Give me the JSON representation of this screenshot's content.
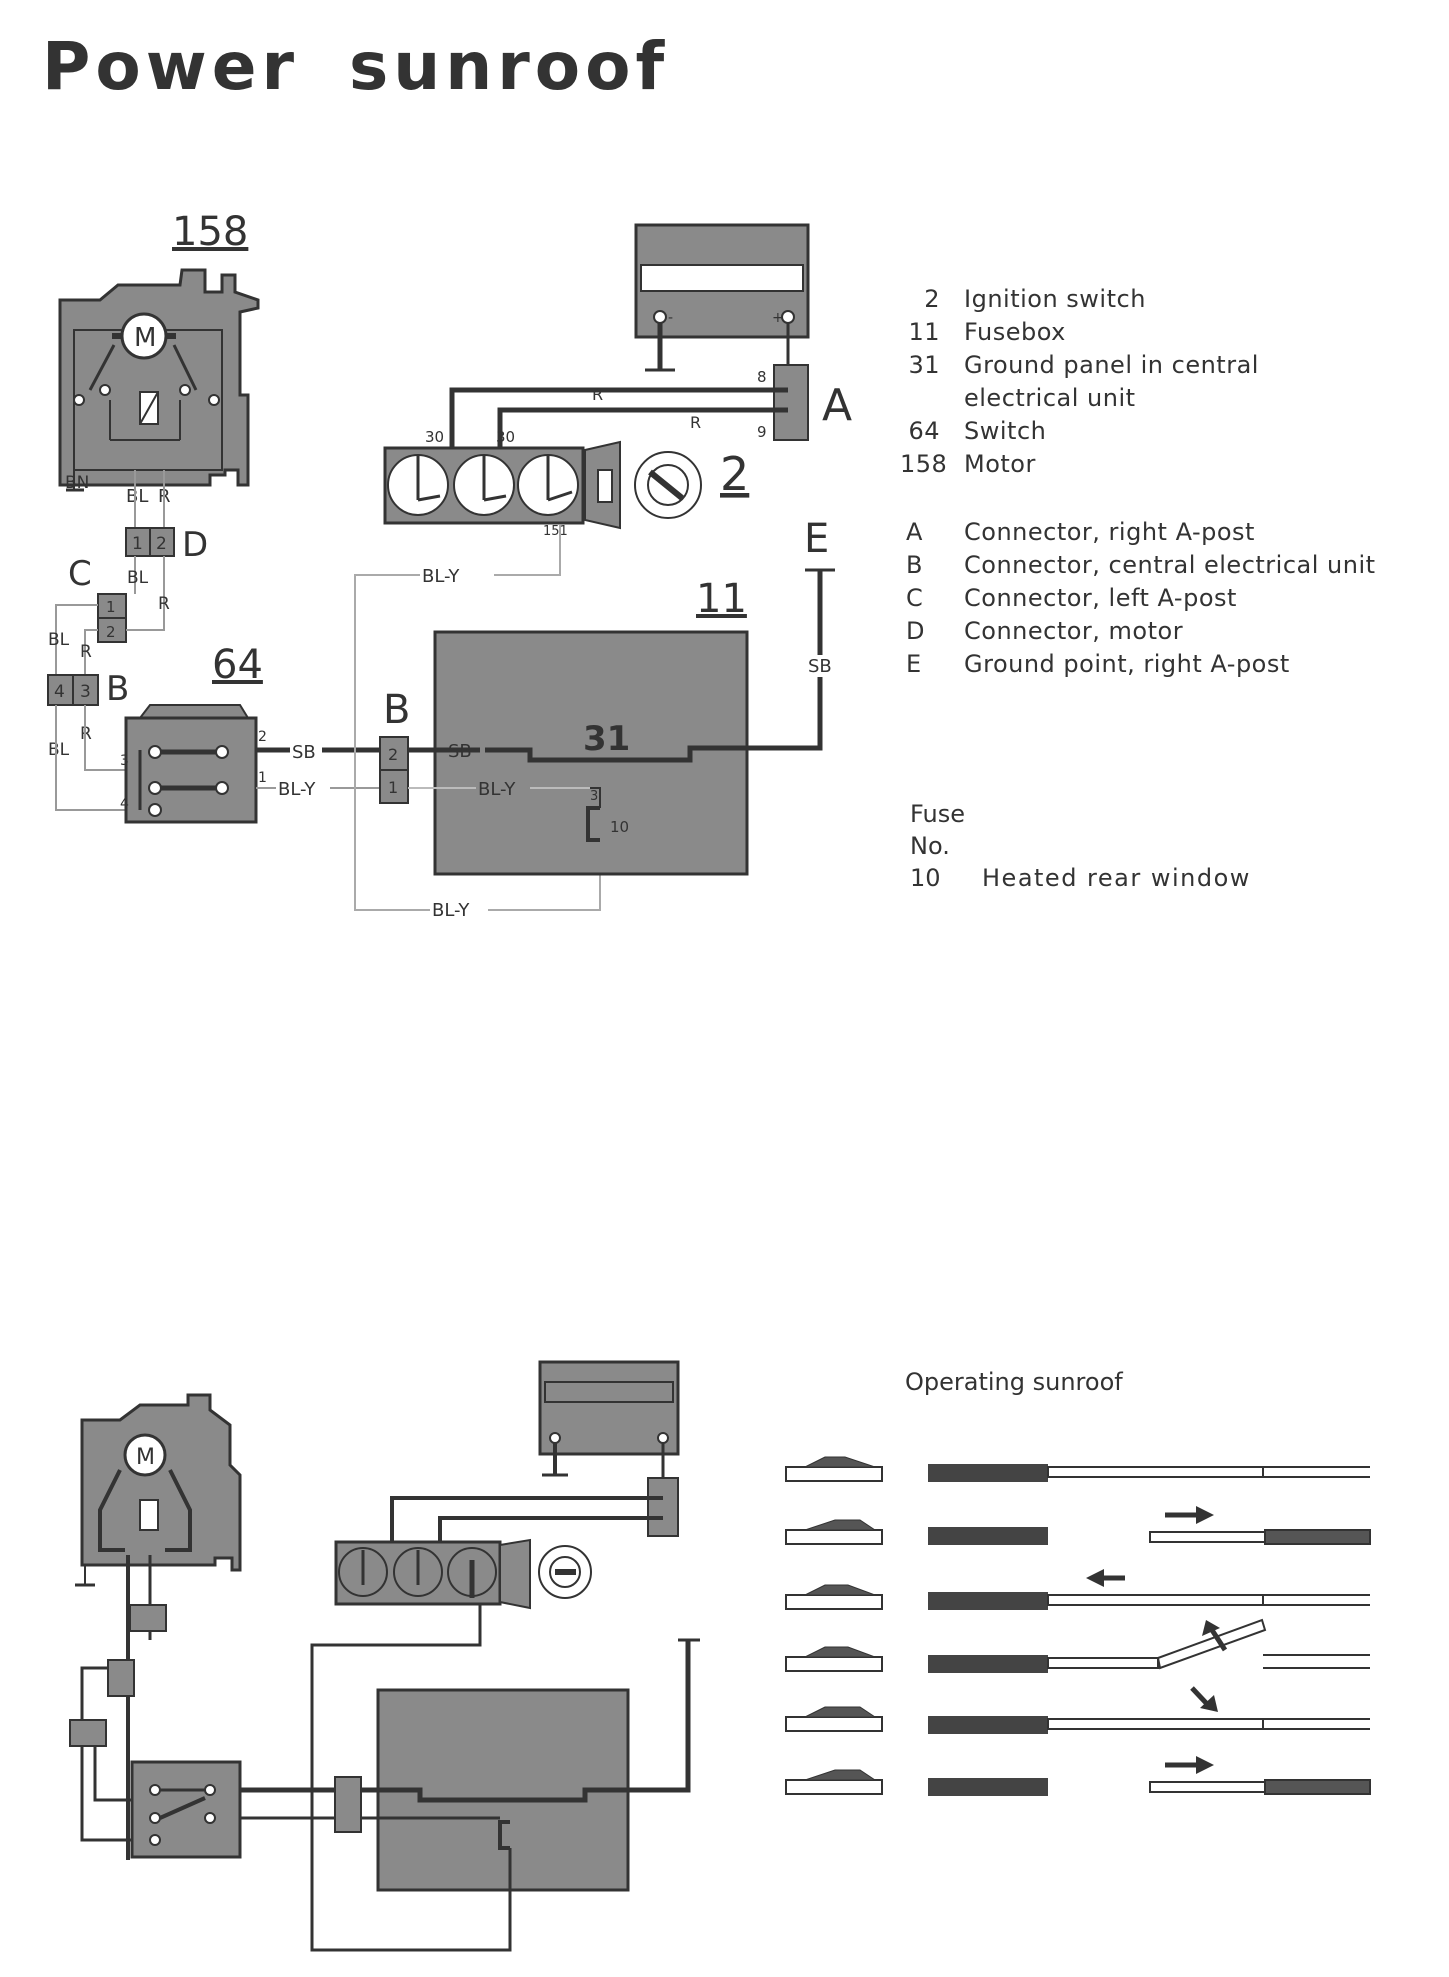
{
  "title": "Power sunroof",
  "components": [
    {
      "code": "2",
      "label": "Ignition switch"
    },
    {
      "code": "11",
      "label": "Fusebox"
    },
    {
      "code": "31",
      "label": "Ground panel in central"
    },
    {
      "code": "",
      "label": "electrical unit"
    },
    {
      "code": "64",
      "label": "Switch"
    },
    {
      "code": "158",
      "label": "Motor"
    }
  ],
  "connectors": [
    {
      "code": "A",
      "label": "Connector, right A-post"
    },
    {
      "code": "B",
      "label": "Connector, central electrical unit"
    },
    {
      "code": "C",
      "label": "Connector, left A-post"
    },
    {
      "code": "D",
      "label": "Connector, motor"
    },
    {
      "code": "E",
      "label": "Ground point, right A-post"
    }
  ],
  "fuse": {
    "heading_line1": "Fuse",
    "heading_line2": "No.",
    "number": "10",
    "label": "Heated rear window"
  },
  "operating_title": "Operating sunroof",
  "diagram_labels": {
    "motor_ref": "158",
    "motor_symbol": "M",
    "ground_bn": "BN",
    "wire_bl": "BL",
    "wire_r": "R",
    "conn_d": "D",
    "conn_c": "C",
    "conn_b": "B",
    "conn_a": "A",
    "conn_e": "E",
    "pin_1": "1",
    "pin_2": "2",
    "pin_3": "3",
    "pin_4": "4",
    "pin_8": "8",
    "pin_9": "9",
    "pin_30": "30",
    "pin_151": "151",
    "switch_ref": "64",
    "ign_ref": "2",
    "fusebox_ref": "11",
    "ground_ref": "31",
    "wire_sb": "SB",
    "wire_bly": "BL-Y",
    "fuse_10": "10",
    "batt_minus": "-",
    "batt_plus": "+"
  },
  "colors": {
    "component_fill": "#8a8a8a",
    "wire": "#3a3a3a",
    "thin_wire": "#9a9a9a"
  }
}
